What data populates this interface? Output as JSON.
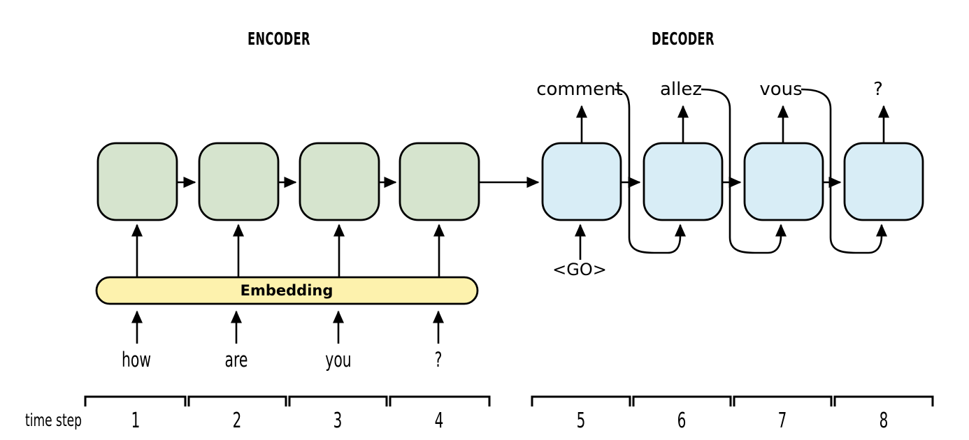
{
  "diagram": {
    "title_encoder": "ENCODER",
    "title_decoder": "DECODER",
    "embedding_label": "Embedding",
    "go_token": "<GO>",
    "time_axis_label": "time step",
    "colors": {
      "encoder_cell": "#d6e4ce",
      "decoder_cell": "#d8edf6",
      "embedding_bar": "#fdf2ad",
      "stroke": "#000000",
      "background": "#ffffff"
    },
    "encoder_inputs": [
      {
        "word": "how",
        "step": "1"
      },
      {
        "word": "are",
        "step": "2"
      },
      {
        "word": "you",
        "step": "3"
      },
      {
        "word": "?",
        "step": "4"
      }
    ],
    "decoder_outputs": [
      {
        "word": "comment",
        "step": "5"
      },
      {
        "word": "allez",
        "step": "6"
      },
      {
        "word": "vous",
        "step": "7"
      },
      {
        "word": "?",
        "step": "8"
      }
    ],
    "decoder_inputs": [
      "<GO>",
      "comment",
      "allez",
      "vous"
    ],
    "time_steps": [
      "1",
      "2",
      "3",
      "4",
      "5",
      "6",
      "7",
      "8"
    ]
  }
}
